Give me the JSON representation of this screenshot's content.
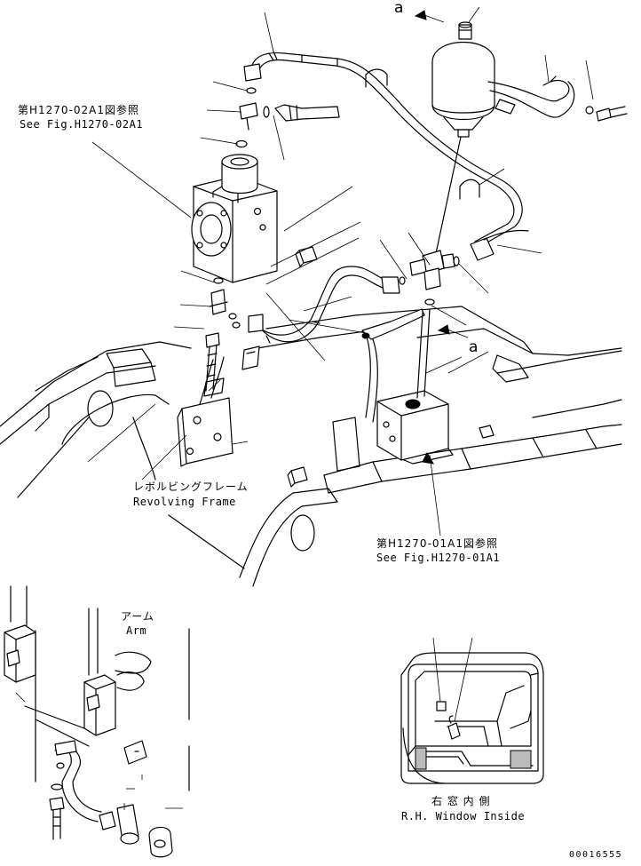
{
  "labels": {
    "ref_upper_jp": "第H1270-02A1図参照",
    "ref_upper_en": "See Fig.H1270-02A1",
    "ref_lower_jp": "第H1270-01A1図参照",
    "ref_lower_en": "See Fig.H1270-01A1",
    "frame_jp": "レボルビングフレーム",
    "frame_en": "Revolving Frame",
    "arm_jp": "アーム",
    "arm_en": "Arm",
    "window_jp": "右 窓 内 側",
    "window_en": "R.H. Window Inside",
    "view_marker_top": "a",
    "view_marker_mid": "a",
    "drawing_code": "00016555"
  }
}
